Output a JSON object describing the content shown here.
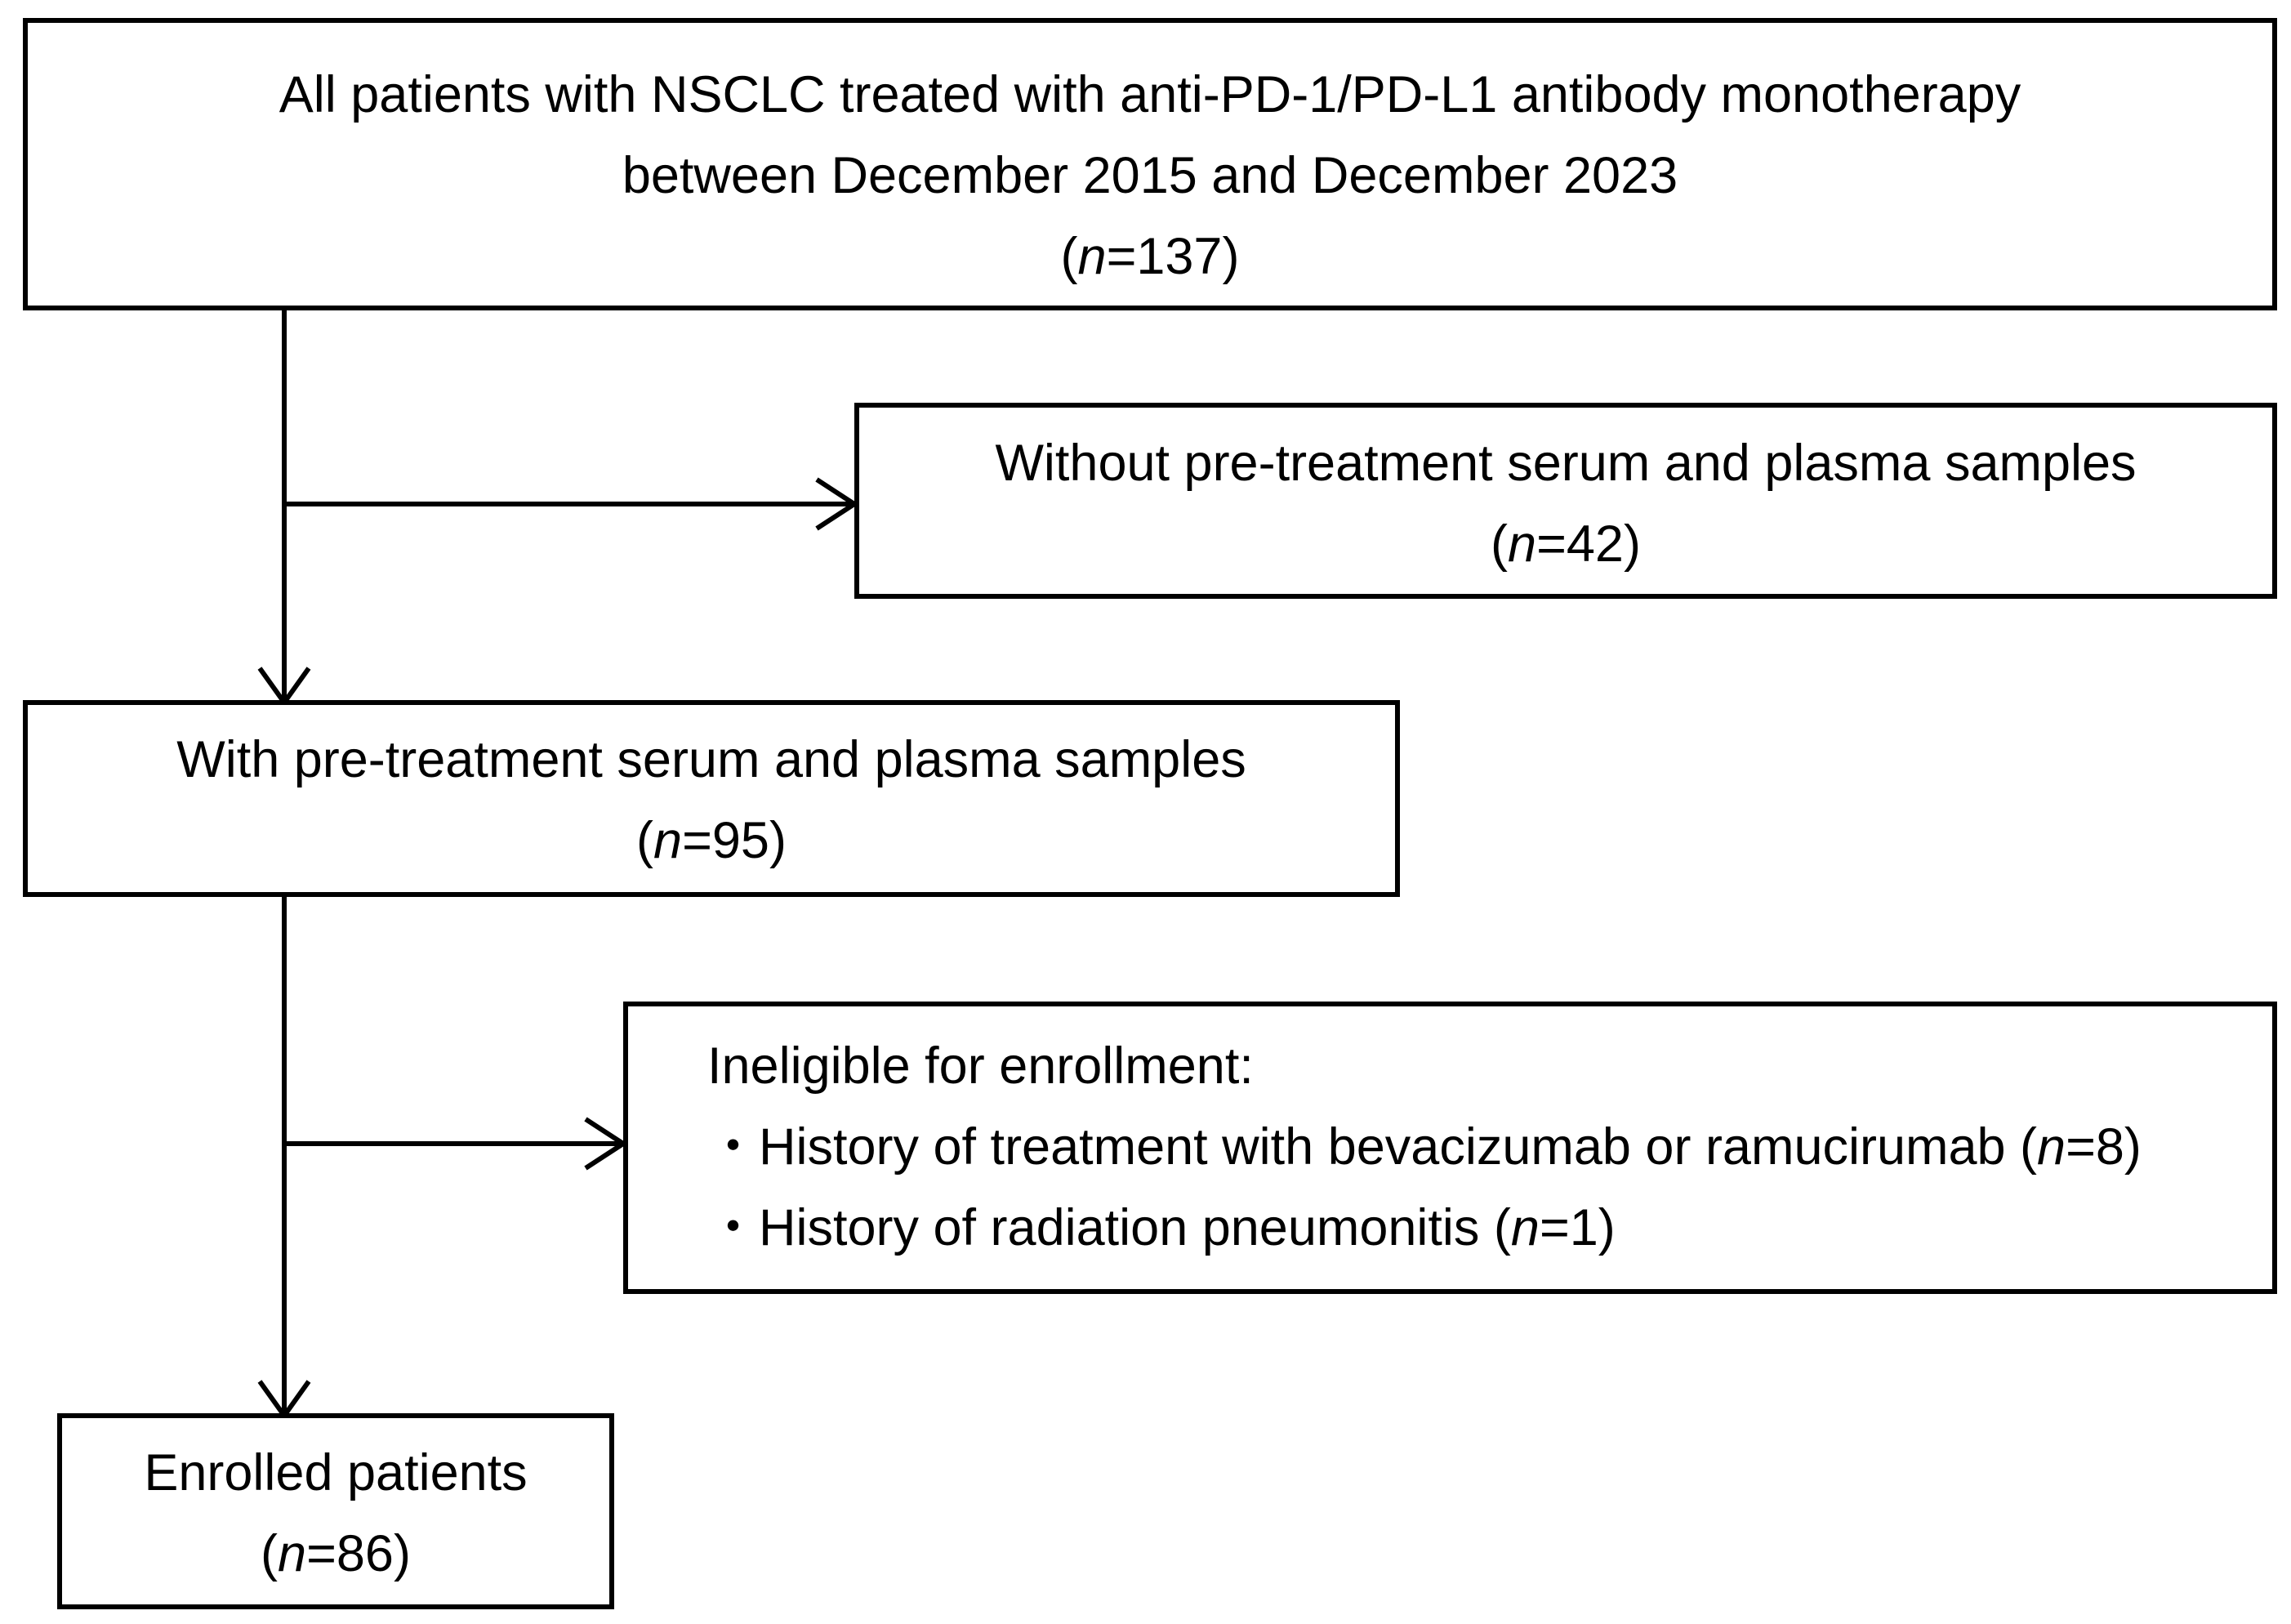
{
  "flowchart": {
    "top_box": {
      "line1": "All patients with NSCLC treated with anti-PD-1/PD-L1 antibody monotherapy",
      "line2": "between December 2015 and December 2023",
      "count": {
        "open": "(",
        "n": "n",
        "value": "=137",
        "close": ")"
      }
    },
    "excluded_box_1": {
      "line1": "Without pre-treatment serum and plasma samples",
      "count": {
        "open": "(",
        "n": "n",
        "value": "=42",
        "close": ")"
      }
    },
    "middle_box": {
      "line1": "With pre-treatment serum and plasma samples",
      "count": {
        "open": "(",
        "n": "n",
        "value": "=95",
        "close": ")"
      }
    },
    "excluded_box_2": {
      "heading": "Ineligible for enrollment:",
      "bullet": "・",
      "items": [
        {
          "text": "History of treatment with bevacizumab or ramucirumab (",
          "n": "n",
          "value": "=8)"
        },
        {
          "text": "History of radiation pneumonitis (",
          "n": "n",
          "value": "=1)"
        }
      ]
    },
    "final_box": {
      "line1": "Enrolled patients",
      "count": {
        "open": "(",
        "n": "n",
        "value": "=86",
        "close": ")"
      }
    }
  }
}
